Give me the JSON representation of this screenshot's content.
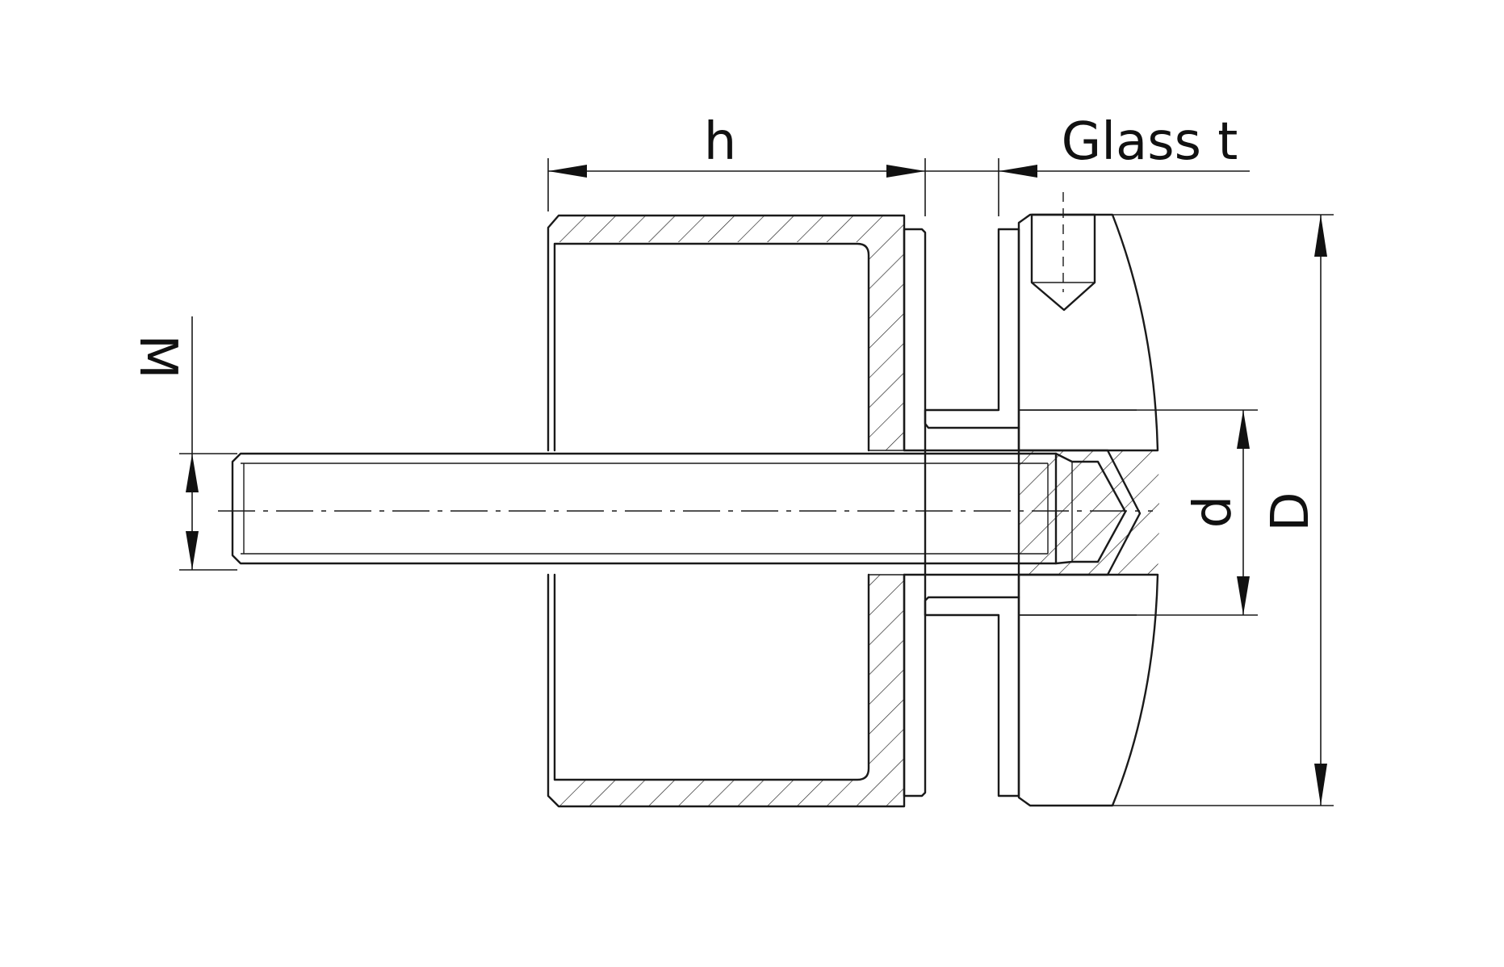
{
  "labels": {
    "h": "h",
    "glass_t": "Glass t",
    "M": "M",
    "d": "d",
    "D": "D"
  },
  "colors": {
    "line": "#1a1a1a",
    "background": "#ffffff"
  }
}
